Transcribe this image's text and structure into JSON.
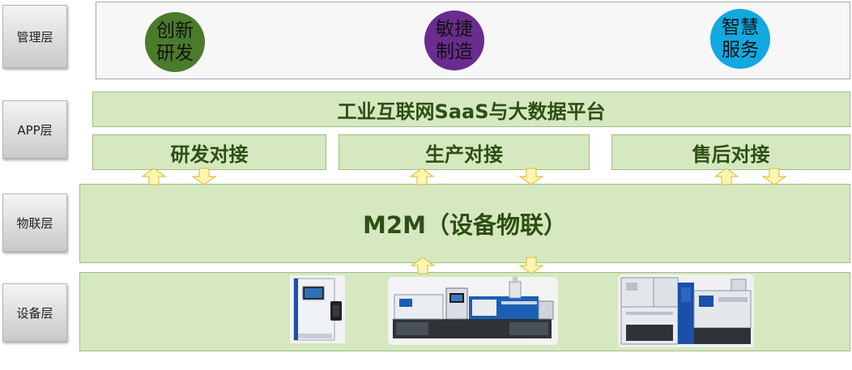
{
  "layers": {
    "management": "管理层",
    "app": "APP层",
    "iot": "物联层",
    "device": "设备层"
  },
  "management": {
    "circles": [
      {
        "text": "创新\n研发",
        "color": "#4a7a2a"
      },
      {
        "text": "敏捷\n制造",
        "color": "#6a2c8f"
      },
      {
        "text": "智慧\n服务",
        "color": "#11a9e0"
      }
    ]
  },
  "app": {
    "platform": "工业互联网SaaS与大数据平台",
    "connectors": [
      "研发对接",
      "生产对接",
      "售后对接"
    ]
  },
  "iot": {
    "m2m": "M2M（设备物联）"
  },
  "colors": {
    "box_fill": "#d5e8c0",
    "box_text": "#2d4f14",
    "arrow_fill": "#fdf5b0",
    "arrow_stroke": "#e2c24a"
  }
}
